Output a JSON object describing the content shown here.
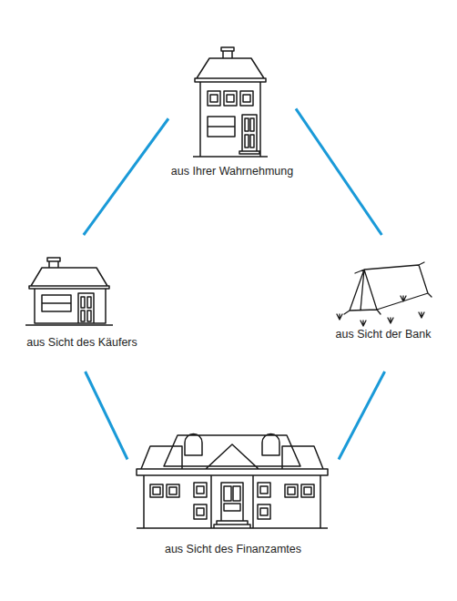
{
  "diagram": {
    "nodes": [
      {
        "text": [
          "aus Ihrer Wahrnehmung"
        ]
      },
      {
        "text": [
          "aus Sicht des Käufers"
        ]
      },
      {
        "text": [
          "aus Sicht der Bank"
        ]
      },
      {
        "text": [
          "aus Sicht des Finanzamtes"
        ]
      }
    ],
    "edges": [
      {
        "from": 0,
        "to": 1,
        "arrow": "none"
      },
      {
        "from": 0,
        "to": 2,
        "arrow": "none"
      },
      {
        "from": 1,
        "to": 3,
        "arrow": "none"
      },
      {
        "from": 2,
        "to": 3,
        "arrow": "none"
      }
    ]
  }
}
